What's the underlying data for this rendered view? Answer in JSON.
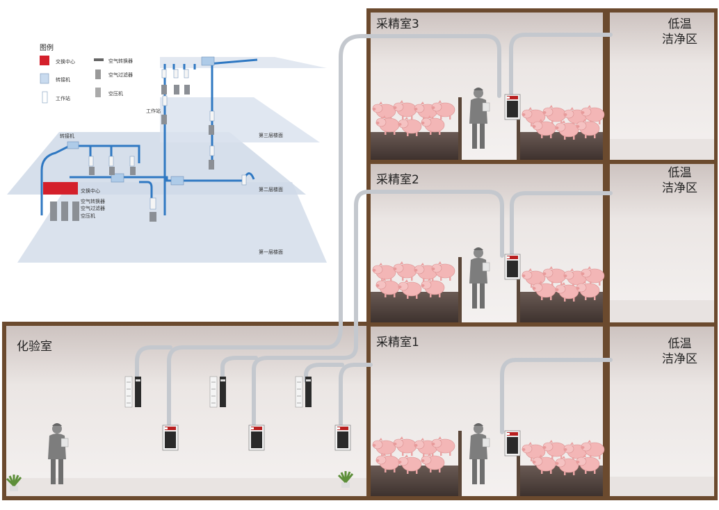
{
  "colors": {
    "wall": "#6b4a2e",
    "room_top": "#cfc5c2",
    "room_bottom": "#f2eeec",
    "floor": "#5a4a44",
    "pipe": "#c9ccd1",
    "diagram_pipe": "#2f78c2",
    "plane": "#d9e1ec",
    "exchange_center": "#d4202b",
    "pig": "#f2b5b5",
    "person": "#7a7a7a"
  },
  "legend": {
    "title": "图例",
    "items": [
      {
        "icon": "exchange-center-icon",
        "label": "交换中心"
      },
      {
        "icon": "transfer-machine-icon",
        "label": "转接机"
      },
      {
        "icon": "workstation-icon",
        "label": "工作站"
      },
      {
        "icon": "air-converter-icon",
        "label": "空气转换器"
      },
      {
        "icon": "air-filter-icon",
        "label": "空气过滤器"
      },
      {
        "icon": "compressor-icon",
        "label": "空压机"
      }
    ]
  },
  "diagram": {
    "floor_labels": [
      "第三层楼面",
      "第二层楼面",
      "第一层楼面"
    ],
    "transfer_machine_label": "转接机",
    "workstation_label": "工作站",
    "center_labels": [
      "交换中心",
      "空气转换器",
      "空气过滤器",
      "空压机"
    ]
  },
  "rooms": {
    "lab": "化验室",
    "collection": [
      "采精室3",
      "采精室2",
      "采精室1"
    ],
    "clean_zone": [
      "低温\n洁净区",
      "低温\n洁净区",
      "低温\n洁净区"
    ]
  }
}
